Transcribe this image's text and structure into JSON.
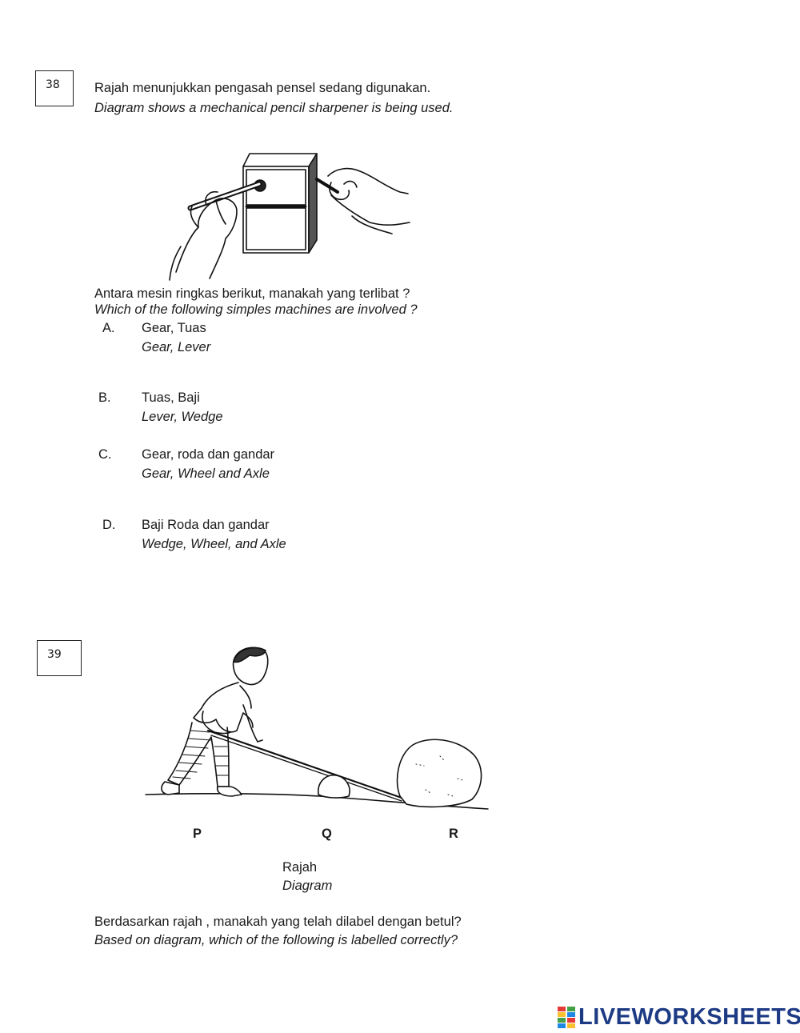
{
  "q38": {
    "number": "38",
    "stem_ms": "Rajah menunjukkan pengasah pensel sedang digunakan.",
    "stem_en": "Diagram shows a mechanical pencil sharpener is being used.",
    "question_ms": "Antara mesin ringkas berikut, manakah yang terlibat ?",
    "question_en": "Which of the following simples machines are involved ?",
    "options": [
      {
        "letter": "A.",
        "ms": "Gear, Tuas",
        "en": "Gear, Lever"
      },
      {
        "letter": "B.",
        "ms": "Tuas, Baji",
        "en": "Lever, Wedge"
      },
      {
        "letter": "C.",
        "ms": "Gear, roda dan gandar",
        "en": "Gear, Wheel and Axle"
      },
      {
        "letter": "D.",
        "ms": "Baji Roda dan gandar",
        "en": "Wedge, Wheel, and Axle"
      }
    ]
  },
  "q39": {
    "number": "39",
    "labels": {
      "p": "P",
      "q": "Q",
      "r": "R"
    },
    "caption_ms": "Rajah",
    "caption_en": "Diagram",
    "question_ms": "Berdasarkan rajah , manakah yang telah dilabel dengan betul?",
    "question_en": "Based on diagram, which of the following is labelled correctly?"
  },
  "logo": {
    "text": "LIVEWORKSHEETS",
    "color": "#1d3b84"
  }
}
